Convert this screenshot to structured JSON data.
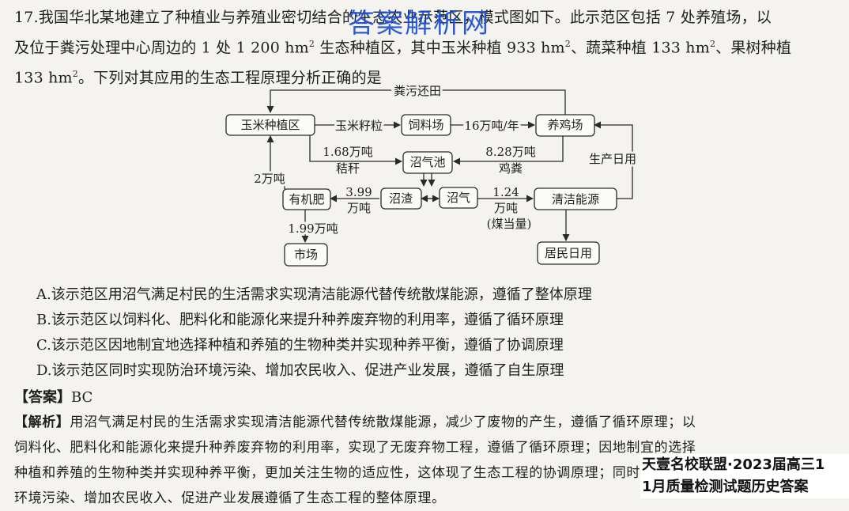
{
  "question": {
    "line1": "17.我国华北某地建立了种植业与养殖业密切结合的生态农业示范区，模式图如下。此示范区包括 7 处养殖场，以",
    "line2_a": "及位于粪污处理中心周边的 1 处 1 200 hm",
    "line2_b": " 生态种植区，其中玉米种植 933 hm",
    "line2_c": "、蔬菜种植 133 hm",
    "line2_d": "、果树种植",
    "line3_a": "133 hm",
    "line3_b": "。下列对其应用的生态工程原理分析正确的是",
    "sup2": "2"
  },
  "watermark": "答案解析网",
  "diagram": {
    "boxes": {
      "corn": "玉米种植区",
      "feed": "饲料场",
      "chicken": "养鸡场",
      "biogas_pool": "沼气池",
      "organic": "有机肥",
      "residue": "沼渣",
      "gas": "沼气",
      "clean": "清洁能源",
      "market": "市场",
      "resident": "居民日用"
    },
    "labels": {
      "manure_return": "粪污还田",
      "corn_kernel": "玉米籽粒",
      "feed_amount": "16万吨/年",
      "straw_amount": "1.68万吨",
      "straw": "秸秆",
      "manure_amount": "8.28万吨",
      "manure": "鸡粪",
      "production": "生产日用",
      "organic_return": "2万吨",
      "residue_amount_a": "3.99",
      "residue_amount_b": "万吨",
      "gas_amount_a": "1.24",
      "gas_amount_b": "万吨",
      "gas_amount_c": "(煤当量)",
      "market_amount": "1.99万吨"
    }
  },
  "options": [
    "A.该示范区用沼气满足村民的生活需求实现清洁能源代替传统散煤能源，遵循了整体原理",
    "B.该示范区以饲料化、肥料化和能源化来提升种养废弃物的利用率，遵循了循环原理",
    "C.该示范区因地制宜地选择种植和养殖的生物种类并实现种养平衡，遵循了协调原理",
    "D.该示范区同时实现防治环境污染、增加农民收入、促进产业发展，遵循了自生原理"
  ],
  "answer": {
    "label": "【答案】",
    "value": "BC"
  },
  "explanation": {
    "label": "【解析】",
    "line1": "用沼气满足村民的生活需求实现清洁能源代替传统散煤能源，减少了废物的产生，遵循了循环原理；以",
    "line2": "饲料化、肥料化和能源化来提升种养废弃物的利用率，实现了无废弃物工程，遵循了循环原理；因地制宜的选择",
    "line3": "种植和养殖的生物种类并实现种养平衡，更加关注生物的适应性，这体现了生态工程的协调原理；同时实现防治",
    "line4": "环境污染、增加农民收入、促进产业发展遵循了生态工程的整体原理。"
  },
  "stamp": {
    "line1": "天壹名校联盟·2023届高三1",
    "line2": "1月质量检测试题历史答案"
  }
}
